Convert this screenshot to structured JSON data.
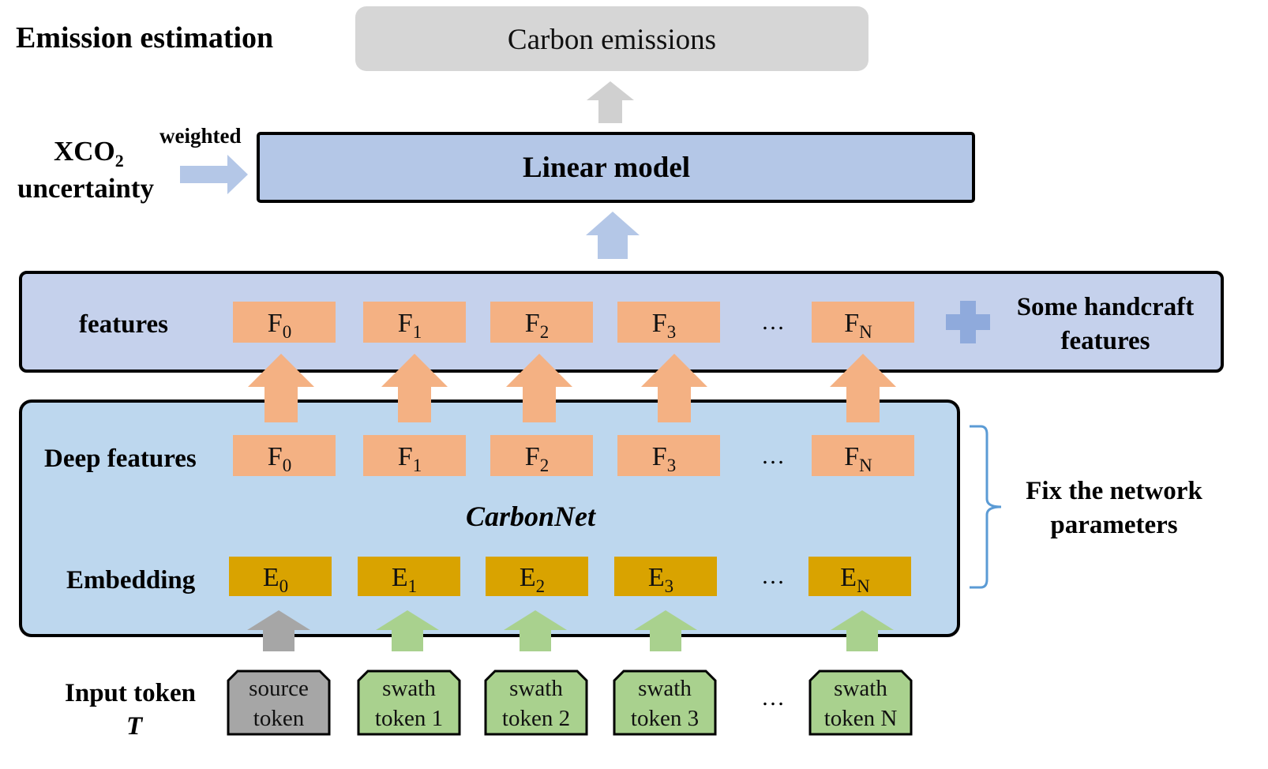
{
  "title": "Emission estimation",
  "output": {
    "label": "Carbon emissions",
    "color": "#d6d6d6"
  },
  "linear_model": {
    "label": "Linear model",
    "color": "#b4c7e7"
  },
  "uncertainty": {
    "line1_main": "XCO",
    "line1_sub": "2",
    "line2": "uncertainty",
    "arrow_label": "weighted"
  },
  "features_panel": {
    "label": "features",
    "plus_label_line1": "Some handcraft",
    "plus_label_line2": "features",
    "color": "#c5d1ec"
  },
  "carbonnet": {
    "name": "CarbonNet",
    "deep_label": "Deep features",
    "embedding_label": "Embedding",
    "color": "#bdd7ee"
  },
  "feature_items": [
    {
      "main": "F",
      "sub": "0"
    },
    {
      "main": "F",
      "sub": "1"
    },
    {
      "main": "F",
      "sub": "2"
    },
    {
      "main": "F",
      "sub": "3"
    },
    {
      "main": "F",
      "sub": "N"
    }
  ],
  "embedding_items": [
    {
      "main": "E",
      "sub": "0"
    },
    {
      "main": "E",
      "sub": "1"
    },
    {
      "main": "E",
      "sub": "2"
    },
    {
      "main": "E",
      "sub": "3"
    },
    {
      "main": "E",
      "sub": "N"
    }
  ],
  "ellipsis": "…",
  "brace_note": {
    "line1": "Fix the network",
    "line2": "parameters"
  },
  "input": {
    "label": "Input token",
    "symbol": "T",
    "tokens": [
      {
        "line1": "source",
        "line2": "token",
        "kind": "source"
      },
      {
        "line1": "swath",
        "line2": "token 1",
        "kind": "swath"
      },
      {
        "line1": "swath",
        "line2": "token 2",
        "kind": "swath"
      },
      {
        "line1": "swath",
        "line2": "token 3",
        "kind": "swath"
      },
      {
        "line1": "swath",
        "line2": "token N",
        "kind": "swath"
      }
    ]
  },
  "colors": {
    "feature_box": "#f4b183",
    "embedding_box": "#d9a300",
    "source_token": "#a6a6a6",
    "swath_token": "#a9d18e",
    "arrow_gray": "#d0d0d0",
    "arrow_blue": "#b4c7e7",
    "brace": "#5b9bd5",
    "plus": "#8faadc"
  }
}
